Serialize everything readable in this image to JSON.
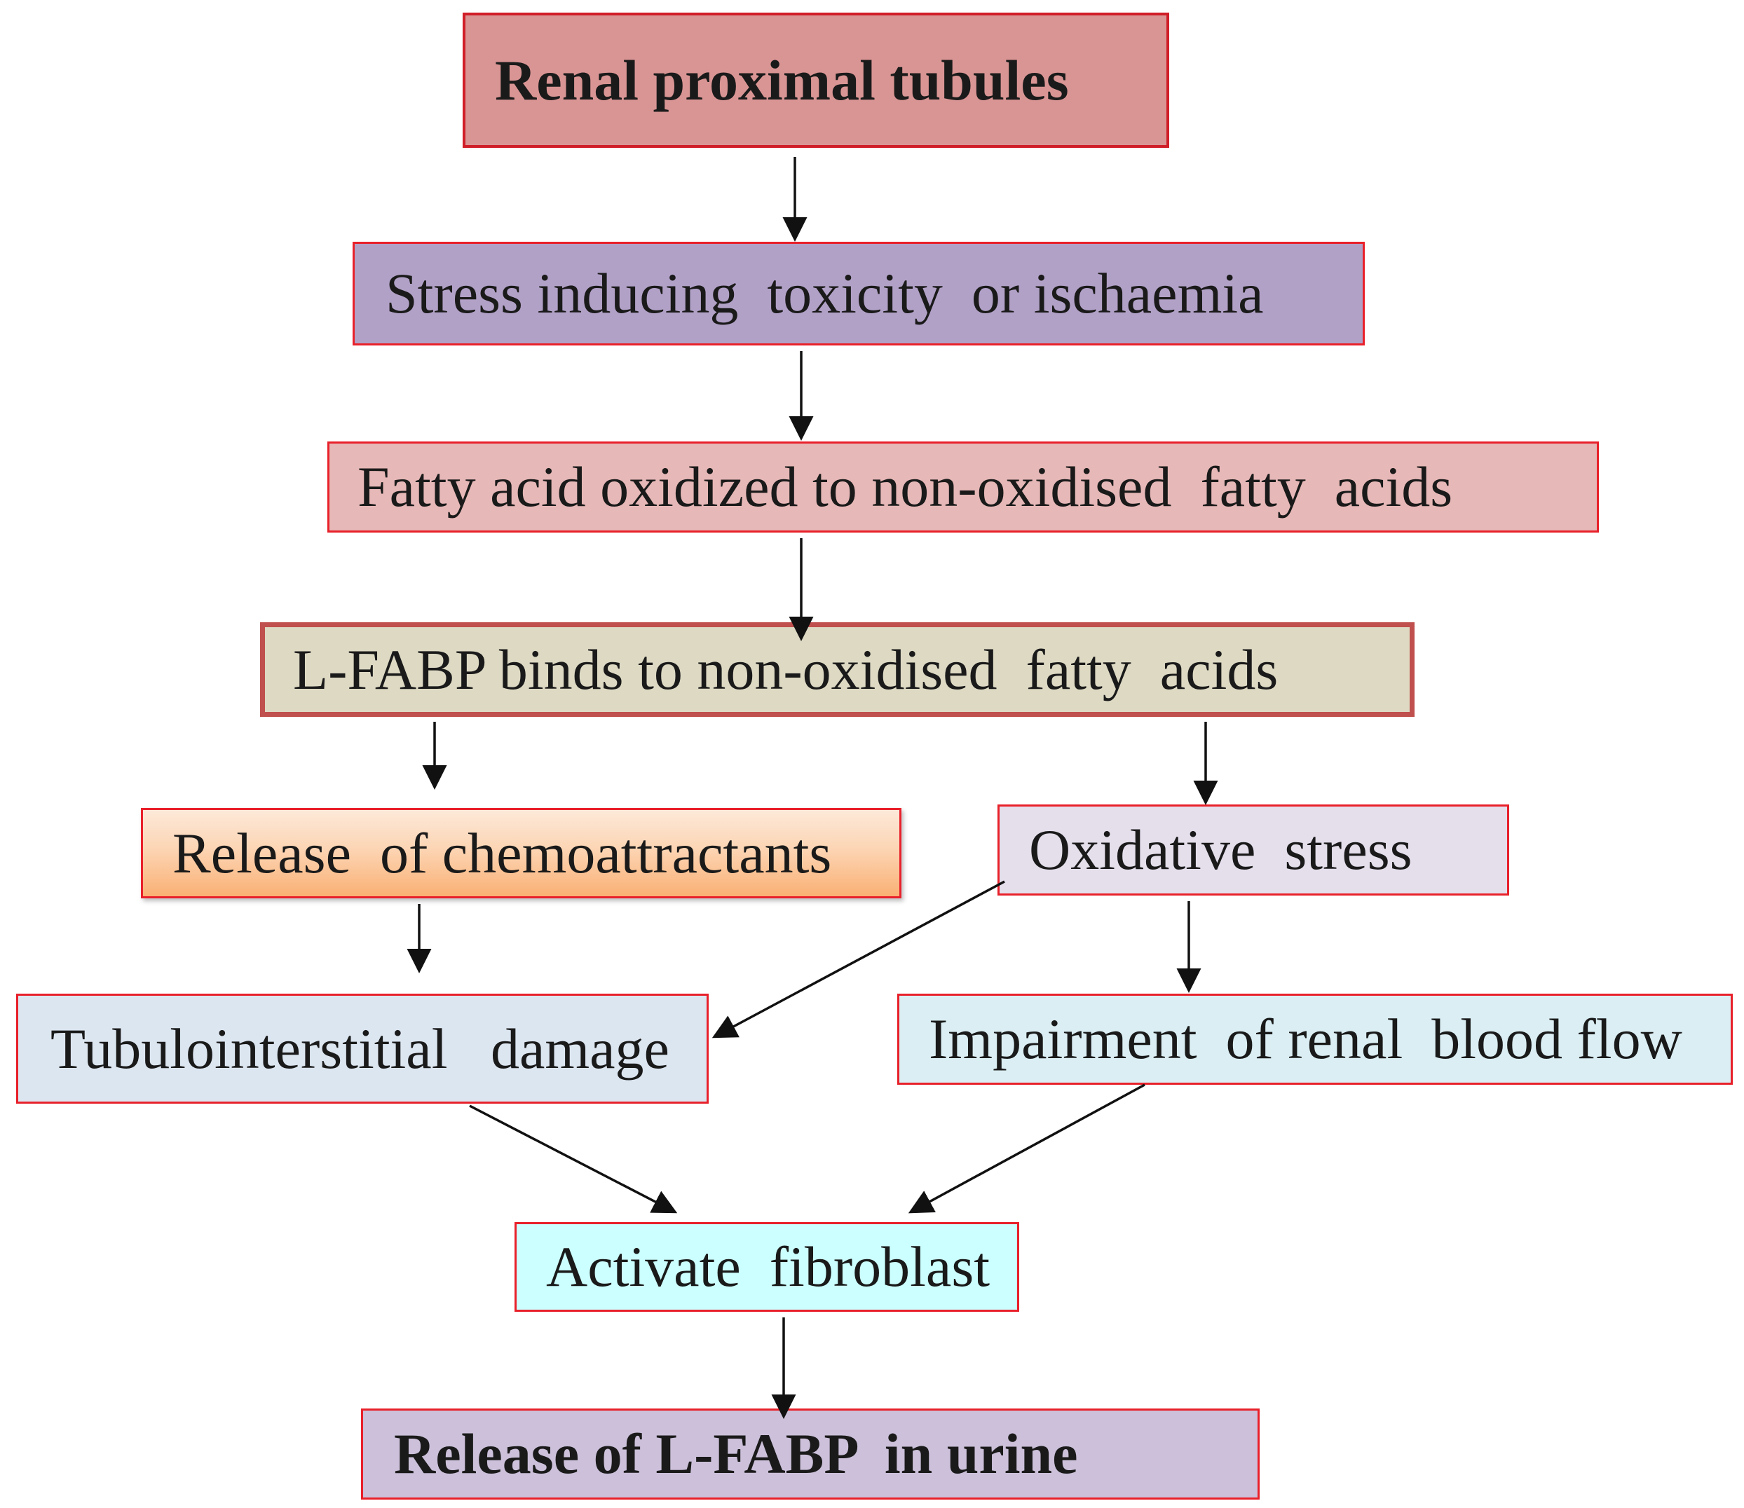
{
  "diagram": {
    "nodes": [
      {
        "id": "renal-proximal-tubules",
        "label": "Renal proximal tubules",
        "fill": "#d99594"
      },
      {
        "id": "stress-inducing",
        "label": "Stress inducing  toxicity  or ischaemia",
        "fill": "#b2a1c7"
      },
      {
        "id": "fatty-acid-oxidized",
        "label": "Fatty acid oxidized to non-oxidised  fatty  acids",
        "fill": "#e6b8b7"
      },
      {
        "id": "lfabp-binds",
        "label": "L-FABP binds to non-oxidised  fatty  acids",
        "fill": "#ddd9c3"
      },
      {
        "id": "release-chemoattractants",
        "label": "Release  of chemoattractants",
        "fill_top": "#fde9d9",
        "fill_bottom": "#fab074"
      },
      {
        "id": "oxidative-stress",
        "label": "Oxidative  stress",
        "fill": "#e5dfec"
      },
      {
        "id": "tubulointerstitial-damage",
        "label": "Tubulointerstitial   damage",
        "fill": "#dce6f1"
      },
      {
        "id": "impairment-blood-flow",
        "label": "Impairment  of renal  blood flow",
        "fill": "#daeef3"
      },
      {
        "id": "activate-fibroblast",
        "label": "Activate  fibroblast",
        "fill": "#ccffff"
      },
      {
        "id": "release-lfabp-urine",
        "label": "Release of L-FABP  in urine",
        "fill": "#ccc0da"
      }
    ],
    "edges": [
      {
        "from": "renal-proximal-tubules",
        "to": "stress-inducing"
      },
      {
        "from": "stress-inducing",
        "to": "fatty-acid-oxidized"
      },
      {
        "from": "fatty-acid-oxidized",
        "to": "lfabp-binds"
      },
      {
        "from": "lfabp-binds",
        "to": "release-chemoattractants"
      },
      {
        "from": "lfabp-binds",
        "to": "oxidative-stress"
      },
      {
        "from": "release-chemoattractants",
        "to": "tubulointerstitial-damage"
      },
      {
        "from": "oxidative-stress",
        "to": "tubulointerstitial-damage"
      },
      {
        "from": "oxidative-stress",
        "to": "impairment-blood-flow"
      },
      {
        "from": "tubulointerstitial-damage",
        "to": "activate-fibroblast"
      },
      {
        "from": "impairment-blood-flow",
        "to": "activate-fibroblast"
      },
      {
        "from": "activate-fibroblast",
        "to": "release-lfabp-urine"
      }
    ],
    "border_color": "#e8202a",
    "arrow_color": "#111111"
  }
}
